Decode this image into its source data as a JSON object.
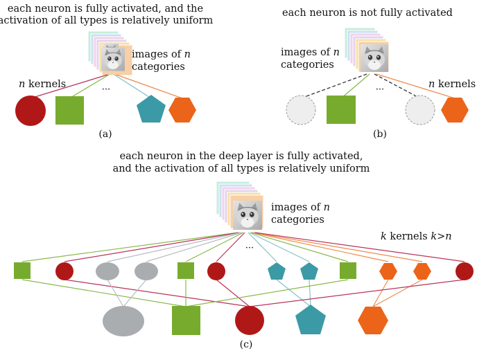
{
  "panel_a": {
    "caption_line1": "each neuron is fully activated, and the",
    "caption_line2": "activation of all types is relatively uniform",
    "images_line1": "images of",
    "images_var": "n",
    "images_line2": "categories",
    "kernels_var": "n",
    "kernels_word": "kernels",
    "ellipsis": "···",
    "label": "(a)"
  },
  "panel_b": {
    "caption": "each neuron is not fully activated",
    "images_line1": "images of",
    "images_var": "n",
    "images_line2": "categories",
    "kernels_var": "n",
    "kernels_word": "kernels",
    "ellipsis": "···",
    "label": "(b)"
  },
  "panel_c": {
    "caption_line1": "each neuron in the deep layer is fully activated,",
    "caption_line2": "and the activation of all types is relatively uniform",
    "images_line1": "images of",
    "images_var": "n",
    "images_line2": "categories",
    "kernels_var": "k",
    "kernels_word": "kernels",
    "kernels_cond": "k>n",
    "ellipsis": "···",
    "label": "(c)"
  },
  "colors": {
    "red": "#b01818",
    "green": "#77ab2e",
    "teal": "#3b9aa6",
    "orange": "#ec6419",
    "gray": "#a9adb0",
    "inactive": "#eeeeee",
    "inactive_stroke": "#999999",
    "line_red": "#b8325a",
    "line_green": "#8ab84c",
    "line_teal": "#86c1c8",
    "line_orange": "#ef8a4c",
    "line_gray": "#b6bcc0",
    "line_dashed": "#333333",
    "card_colors": [
      "#c9ecdc",
      "#c8e2f4",
      "#f2d3e7",
      "#e5d3f0",
      "#f6e2a6",
      "#f7cfa8"
    ]
  },
  "icons": {
    "kitten": "kitten-photo-icon"
  }
}
